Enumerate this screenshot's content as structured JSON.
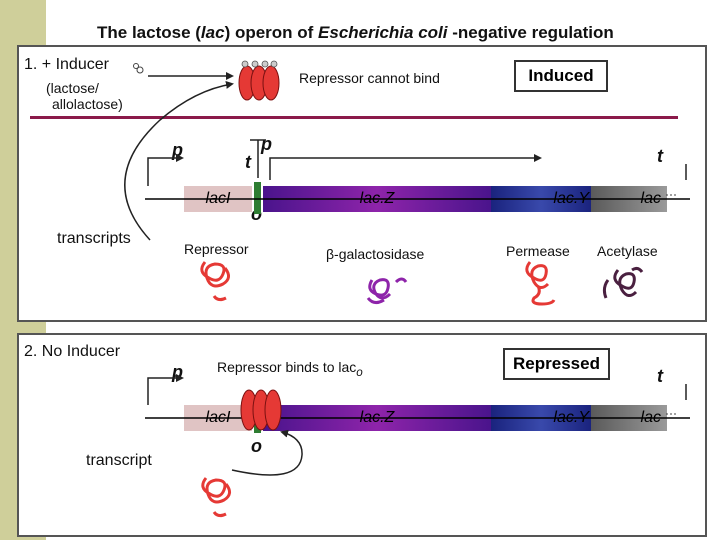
{
  "title": {
    "prefix": "The lactose (",
    "lac": "lac",
    "mid": ") operon of ",
    "species": "Escherichia coli",
    "suffix": " -negative regulation"
  },
  "section1": {
    "heading": "1. + Inducer",
    "inducer_note_line1": "(lactose/",
    "inducer_note_line2": "allolactose)",
    "repressor_status": "Repressor cannot bind",
    "state_label": "Induced",
    "promoter_lacI": "p",
    "terminator_lacI": "t",
    "promoter_lac": "p",
    "operator": "o",
    "terminator_end": "t",
    "genes": [
      "lacI",
      "lacZ",
      "lacY",
      "lacA"
    ],
    "gene_display": [
      "lacI",
      "lac.Z",
      "lac.Y",
      "lac"
    ],
    "transcripts_label": "transcripts",
    "products": [
      "Repressor",
      "β-galactosidase",
      "Permease",
      "Acetylase"
    ]
  },
  "section2": {
    "heading": "2. No Inducer",
    "promoter": "p",
    "repressor_status_prefix": "Repressor binds to lac",
    "repressor_status_sub": "o",
    "state_label": "Repressed",
    "operator": "o",
    "terminator_end": "t",
    "gene_display": [
      "lacI",
      "lac.Z",
      "lac.Y",
      "lac"
    ],
    "transcript_label": "transcript"
  },
  "colors": {
    "lacI_gene": "#e0c4c4",
    "lacZ_gene": "#7b1fa2",
    "lacY_gene": "#2b3fb0",
    "lacA_gene": "#6f6f6f",
    "operator": "#2e7d32",
    "repressor": "#e53935",
    "galactosidase": "#8e24aa",
    "permease": "#e53935",
    "acetylase": "#4a2040",
    "dna_line": "#8b1a4a",
    "side_bar": "#cfcf9a"
  }
}
